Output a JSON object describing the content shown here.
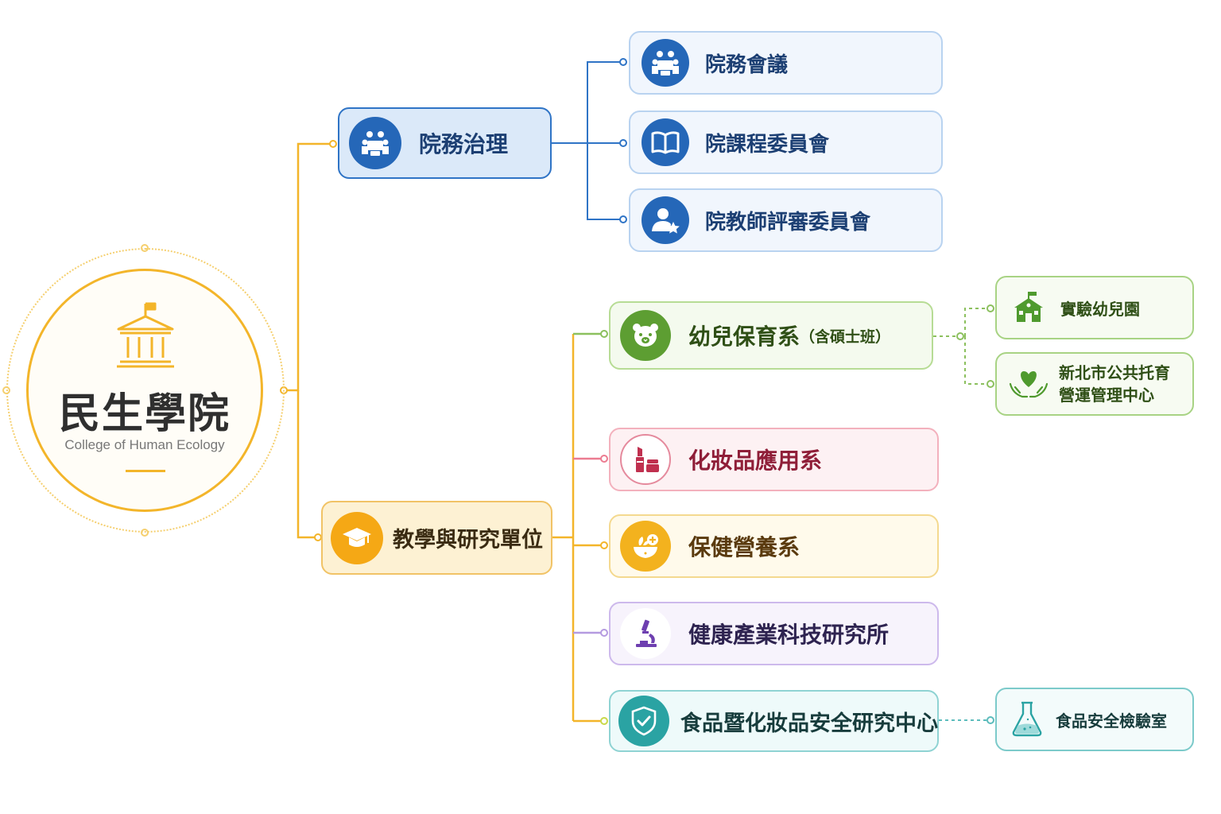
{
  "root": {
    "title": "民生學院",
    "subtitle": "College of Human Ecology"
  },
  "governance": {
    "label": "院務治理",
    "children": [
      {
        "label": "院務會議",
        "icon": "meeting-icon"
      },
      {
        "label": "院課程委員會",
        "icon": "book-icon"
      },
      {
        "label": "院教師評審委員會",
        "icon": "person-star-icon"
      }
    ]
  },
  "teaching": {
    "label": "教學與研究單位",
    "children": [
      {
        "label": "幼兒保育系",
        "label_note": "（含碩士班）",
        "icon": "bear-icon",
        "color": "#5d9e32",
        "sub": [
          {
            "label": "實驗幼兒園",
            "icon": "school-icon"
          },
          {
            "label": "新北市公共托育",
            "label2": "營運管理中心",
            "icon": "heart-hands-icon"
          }
        ]
      },
      {
        "label": "化妝品應用系",
        "icon": "lipstick-icon",
        "color": "#c0304f"
      },
      {
        "label": "保健營養系",
        "icon": "bowl-icon",
        "color": "#e9a316"
      },
      {
        "label": "健康產業科技研究所",
        "icon": "microscope-icon",
        "color": "#6e3fb0"
      },
      {
        "label": "食品暨化妝品安全研究中心",
        "icon": "shield-check-icon",
        "color": "#2aa3a3",
        "sub": [
          {
            "label": "食品安全檢驗室",
            "icon": "flask-icon"
          }
        ]
      }
    ]
  },
  "colors": {
    "gold": "#f3b52a",
    "blue": "#2567b8",
    "green": "#5d9e32",
    "pink": "#e0566f",
    "teal": "#2aa3a3",
    "purple": "#8a5cc8"
  }
}
